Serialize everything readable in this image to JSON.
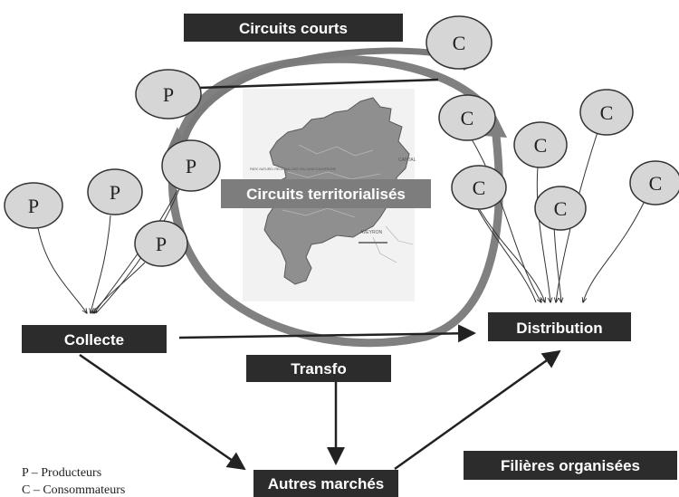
{
  "boxes": {
    "circuits_courts": "Circuits courts",
    "circuits_territorialises": "Circuits territorialisés",
    "collecte": "Collecte",
    "distribution": "Distribution",
    "transfo": "Transfo",
    "autres_marches": "Autres marchés",
    "filieres_organisees": "Filières organisées"
  },
  "nodes": {
    "producer_symbol": "P",
    "consumer_symbol": "C"
  },
  "legend": {
    "producteurs": "P – Producteurs",
    "consommateurs": "C – Consommateurs"
  },
  "map_labels": {
    "cantal": "CANTAL",
    "aveyron": "AVEYRON",
    "parc": "PARC NATUREL RÉGIONAL DES VOLCANS D'AUVERGNE"
  },
  "colors": {
    "box_fill": "#2c2c2c",
    "box_text": "#ffffff",
    "node_fill": "#d6d6d6",
    "node_stroke": "#333333",
    "loop_arrow": "#808080",
    "map_fill": "#8f8f8f",
    "territorial_band": "#7d7d7d",
    "line": "#222222"
  }
}
